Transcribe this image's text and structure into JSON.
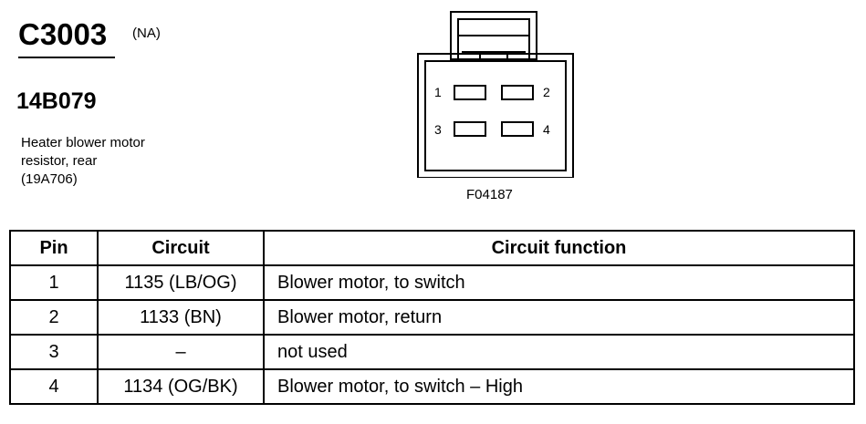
{
  "header": {
    "connector_id": "C3003",
    "qualifier": "(NA)",
    "part_number": "14B079",
    "description_lines": [
      "Heater blower motor",
      "resistor, rear",
      "(19A706)"
    ]
  },
  "diagram": {
    "pin_labels": [
      "1",
      "2",
      "3",
      "4"
    ],
    "figure_id": "F04187"
  },
  "table": {
    "headers": [
      "Pin",
      "Circuit",
      "Circuit function"
    ],
    "rows": [
      {
        "pin": "1",
        "circuit": "1135 (LB/OG)",
        "function": "Blower motor, to switch"
      },
      {
        "pin": "2",
        "circuit": "1133 (BN)",
        "function": "Blower motor, return"
      },
      {
        "pin": "3",
        "circuit": "–",
        "function": "not used"
      },
      {
        "pin": "4",
        "circuit": "1134 (OG/BK)",
        "function": "Blower motor, to switch – High"
      }
    ]
  }
}
